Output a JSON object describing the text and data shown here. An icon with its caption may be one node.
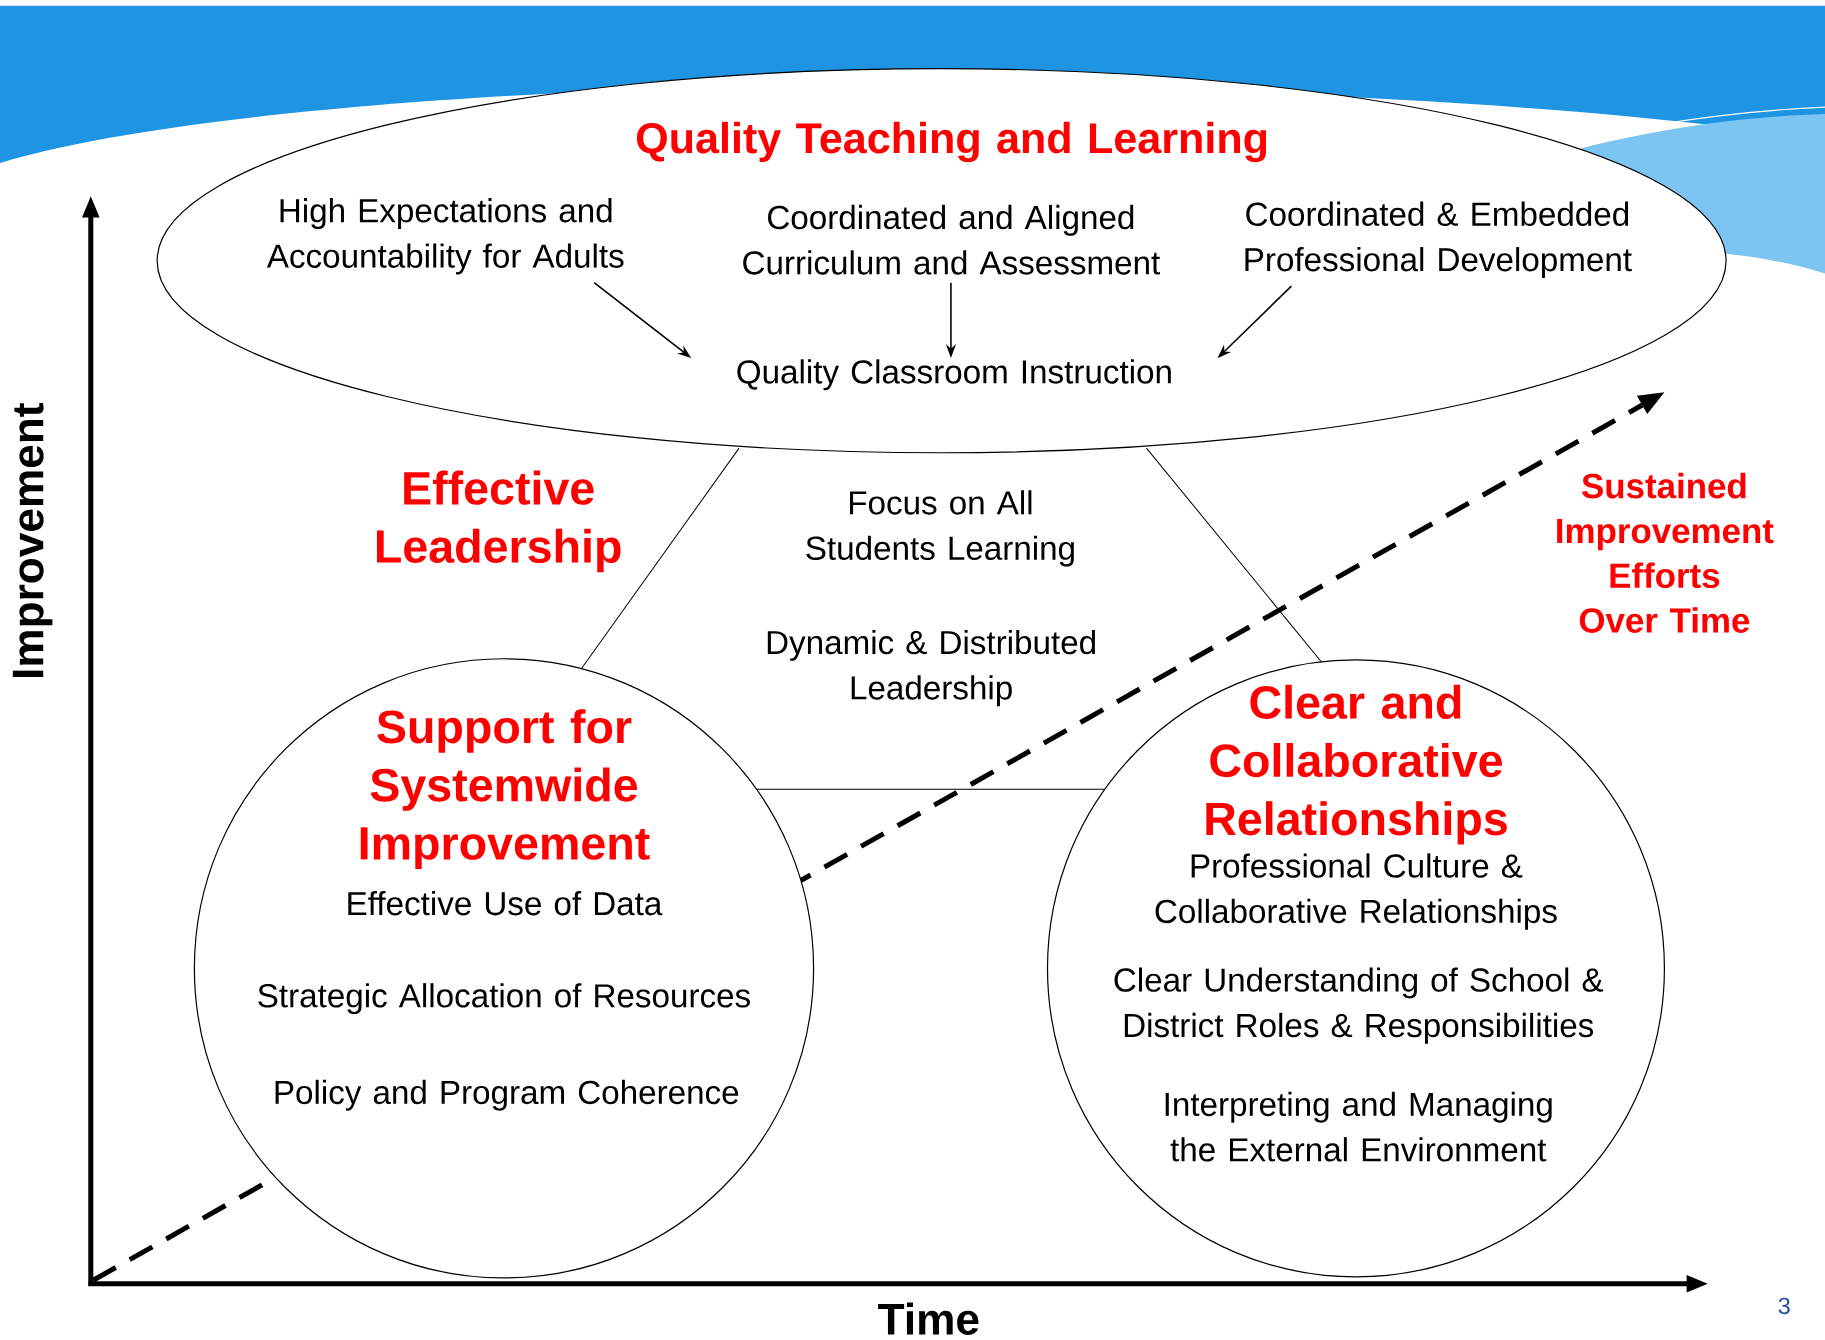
{
  "diagram": {
    "nodes": [
      {
        "text": [
          "Quality Teaching and Learning"
        ]
      },
      {
        "text": [
          "High Expectations and Accountability for Adults"
        ],
        "in": 0
      },
      {
        "text": [
          "Coordinated and Aligned Curriculum and Assessment"
        ],
        "in": 0
      },
      {
        "text": [
          "Coordinated & Embedded Professional Development"
        ],
        "in": 0
      },
      {
        "text": [
          "Quality Classroom Instruction"
        ],
        "in": 0
      },
      {
        "text": [
          "Effective Leadership",
          "Focus on All Students Learning",
          "Dynamic & Distributed Leadership"
        ]
      },
      {
        "text": [
          "Support for Systemwide Improvement",
          "Effective Use of Data",
          "Strategic Allocation of Resources",
          "Policy and Program Coherence"
        ]
      },
      {
        "text": [
          "Clear and Collaborative Relationships",
          "Professional Culture & Collaborative Relationships",
          "Clear Understanding of School & District Roles & Responsibilities",
          "Interpreting and Managing the External Environment"
        ]
      }
    ],
    "edges": [
      {
        "from": 1,
        "to": 4,
        "arrow": "to"
      },
      {
        "from": 2,
        "to": 4,
        "arrow": "to"
      },
      {
        "from": 3,
        "to": 4,
        "arrow": "to"
      }
    ],
    "labels": [
      "Sustained Improvement Efforts Over Time",
      "Improvement",
      "Time",
      "3"
    ]
  }
}
